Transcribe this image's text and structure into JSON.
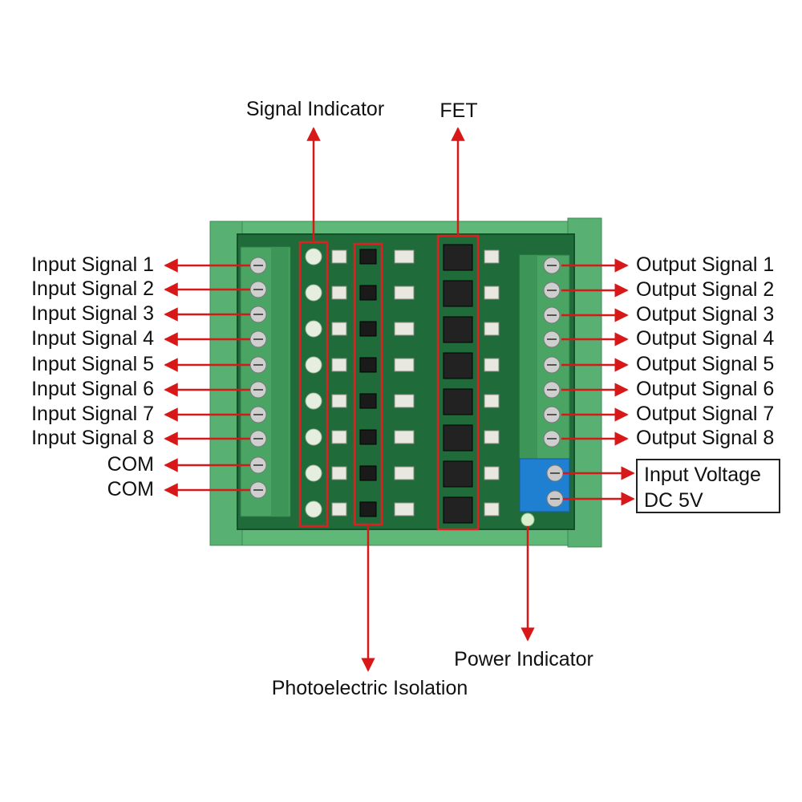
{
  "labels": {
    "signal_indicator": "Signal Indicator",
    "fet": "FET",
    "photoelectric_isolation": "Photoelectric Isolation",
    "power_indicator": "Power Indicator",
    "input_voltage_line1": "Input Voltage",
    "input_voltage_line2": "DC 5V"
  },
  "inputs": [
    "Input Signal 1",
    "Input Signal 2",
    "Input Signal 3",
    "Input Signal 4",
    "Input Signal 5",
    "Input Signal 6",
    "Input Signal 7",
    "Input Signal 8",
    "COM",
    "COM"
  ],
  "outputs": [
    "Output Signal 1",
    "Output Signal 2",
    "Output Signal 3",
    "Output Signal 4",
    "Output Signal 5",
    "Output Signal 6",
    "Output Signal 7",
    "Output Signal 8"
  ],
  "colors": {
    "arrow": "#d81818",
    "pcb": "#1f6b3a",
    "enclosure": "#5fb878",
    "terminal_green": "#4aa564",
    "terminal_blue": "#1f7fd0",
    "highlight_box": "#e02020"
  }
}
